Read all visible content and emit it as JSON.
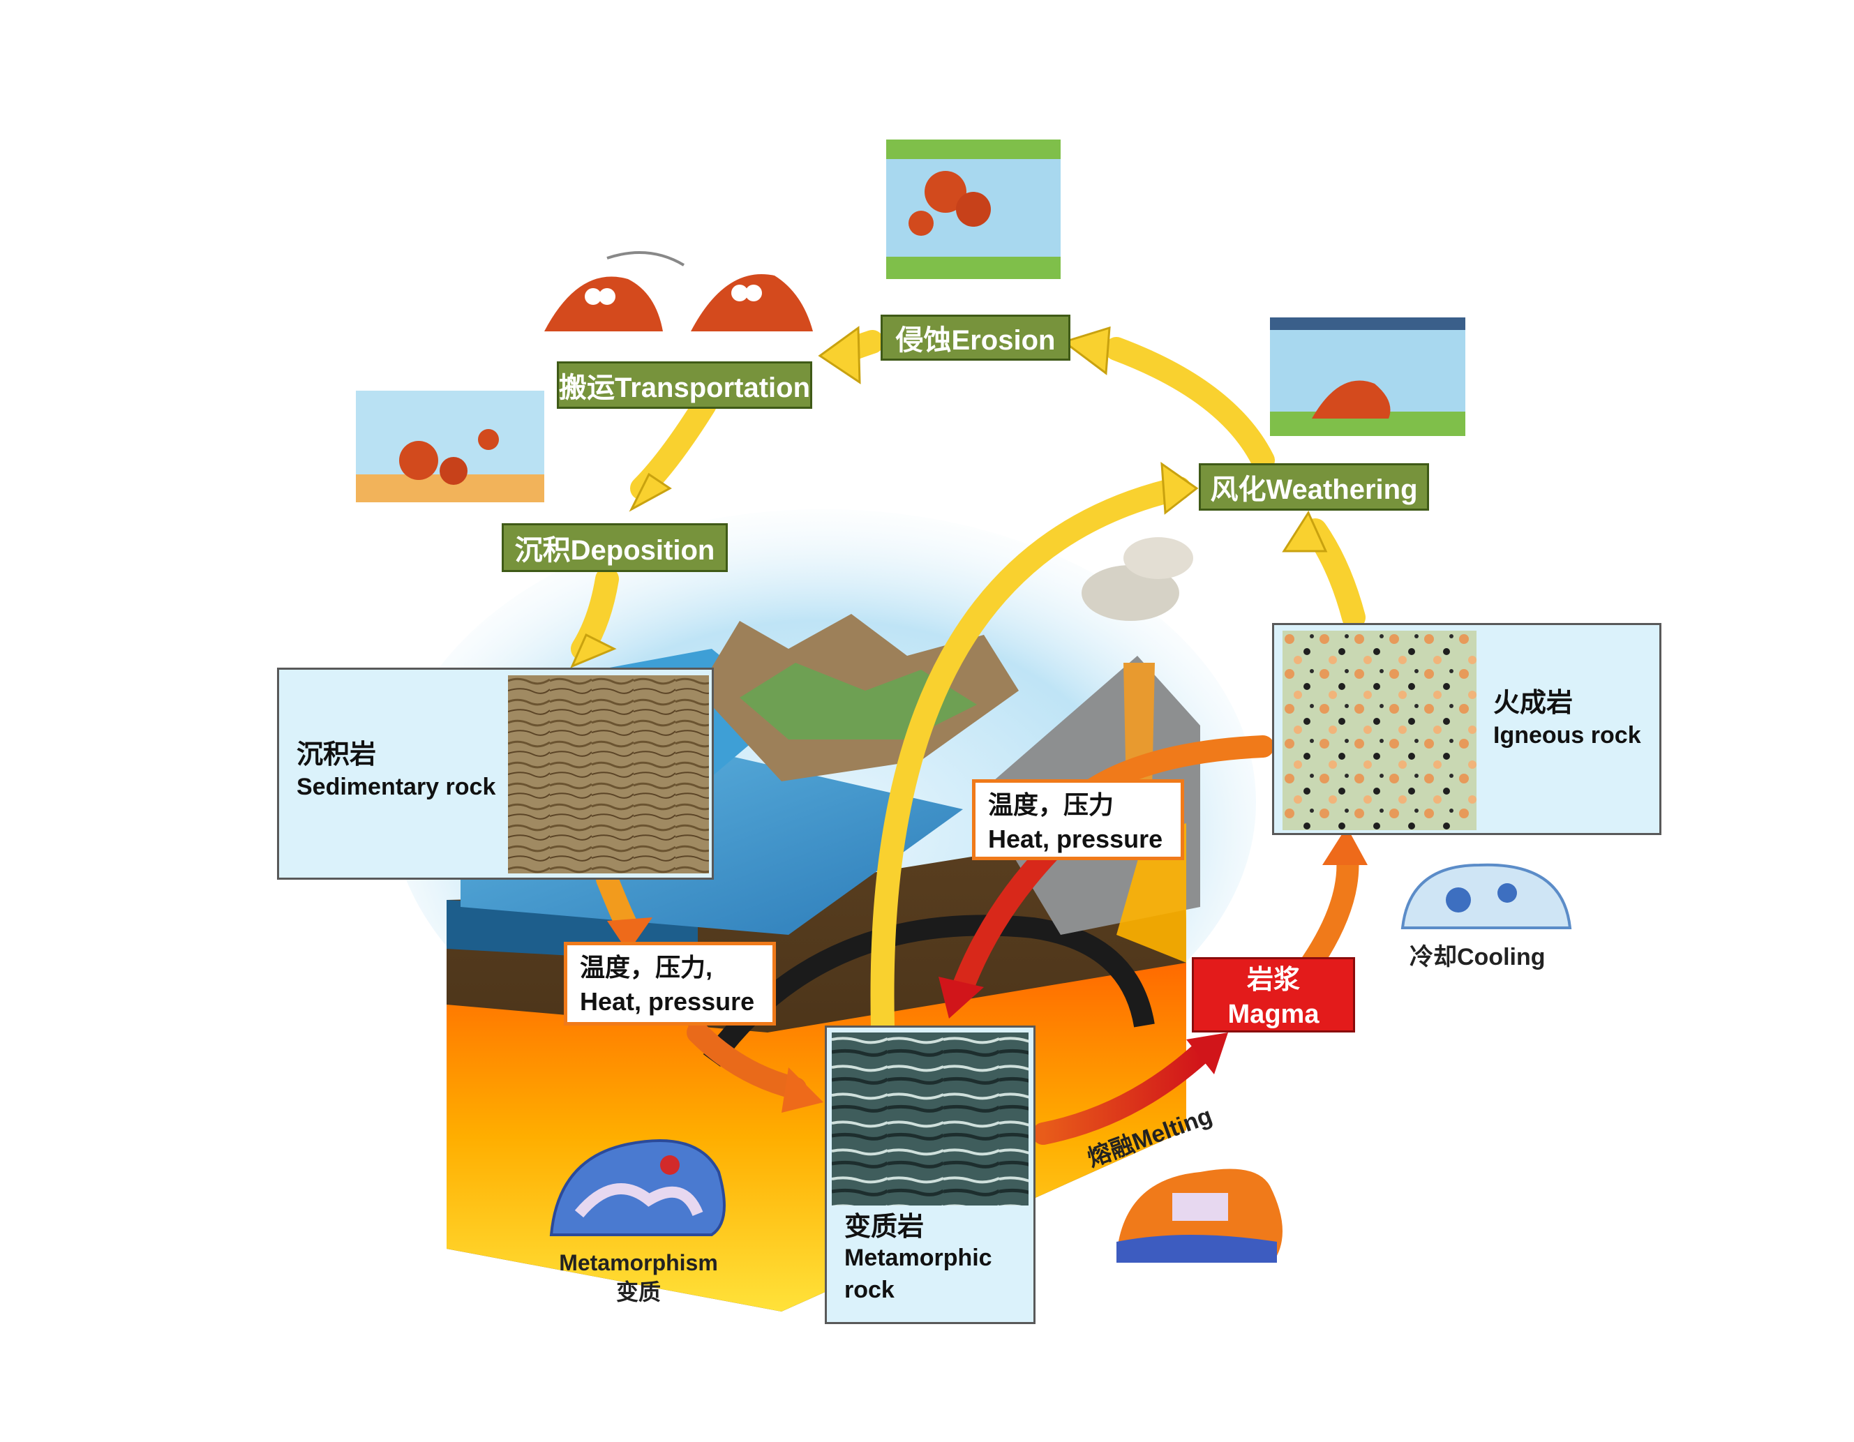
{
  "processes": {
    "erosion": "侵蚀Erosion",
    "transportation": "搬运Transportation",
    "deposition": "沉积Deposition",
    "weathering": "风化Weathering"
  },
  "rocks": {
    "sedimentary": {
      "zh": "沉积岩",
      "en": "Sedimentary rock"
    },
    "igneous": {
      "zh": "火成岩",
      "en": "Igneous rock"
    },
    "metamorphic": {
      "zh": "变质岩",
      "en": "Metamorphic",
      "en2": "rock"
    }
  },
  "heat_pressure": {
    "upper": {
      "zh": "温度，压力",
      "en": "Heat, pressure"
    },
    "lower": {
      "zh": "温度，压力,",
      "en": "Heat, pressure"
    }
  },
  "magma": {
    "zh": "岩浆",
    "en": "Magma"
  },
  "cooling": "冷却Cooling",
  "melting": "熔融Melting",
  "metamorphism": {
    "en": "Metamorphism",
    "zh": "变质"
  },
  "colors": {
    "green_box": "#77933c",
    "yellow_arrow": "#f9d12f",
    "orange_arrow": "#f07a1a",
    "red_arrow": "#d81f1a",
    "rock_box": "#dbf2fb"
  }
}
